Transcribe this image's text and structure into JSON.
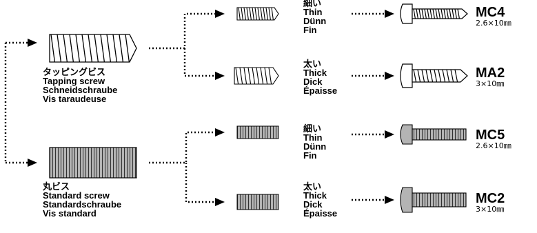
{
  "categories": [
    {
      "jp": "タッピングビス",
      "en": "Tapping screw",
      "de": "Schneidschraube",
      "fr": "Vis taraudeuse"
    },
    {
      "jp": "丸ビス",
      "en": "Standard screw",
      "de": "Standardschraube",
      "fr": "Vis standard"
    }
  ],
  "variants": [
    {
      "jp": "細い",
      "en": "Thin",
      "de": "Dünn",
      "fr": "Fin",
      "code": "MC4",
      "size": "2.6×10㎜"
    },
    {
      "jp": "太い",
      "en": "Thick",
      "de": "Dick",
      "fr": "Épaisse",
      "code": "MA2",
      "size": "3×10㎜"
    },
    {
      "jp": "細い",
      "en": "Thin",
      "de": "Dünn",
      "fr": "Fin",
      "code": "MC5",
      "size": "2.6×10㎜"
    },
    {
      "jp": "太い",
      "en": "Thick",
      "de": "Dick",
      "fr": "Épaisse",
      "code": "MC2",
      "size": "3×10㎜"
    }
  ],
  "colors": {
    "ink": "#000000",
    "tapping_fill": "#ffffff",
    "standard_fill": "#b4b4b4"
  }
}
